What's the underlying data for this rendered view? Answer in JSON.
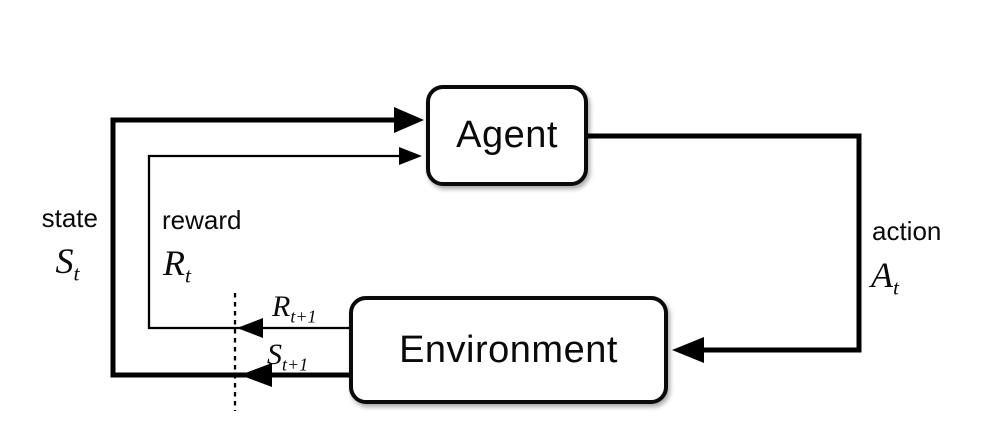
{
  "nodes": {
    "agent": {
      "label": "Agent"
    },
    "environment": {
      "label": "Environment"
    }
  },
  "signals": {
    "state": {
      "word": "state",
      "symbol": "S",
      "subscript": "t"
    },
    "reward": {
      "word": "reward",
      "symbol": "R",
      "subscript": "t"
    },
    "action": {
      "word": "action",
      "symbol": "A",
      "subscript": "t"
    },
    "next_reward": {
      "symbol": "R",
      "subscript": "t+1"
    },
    "next_state": {
      "symbol": "S",
      "subscript": "t+1"
    }
  },
  "colors": {
    "line": "#000000",
    "background": "#ffffff",
    "box_border": "#0a0a0a"
  }
}
